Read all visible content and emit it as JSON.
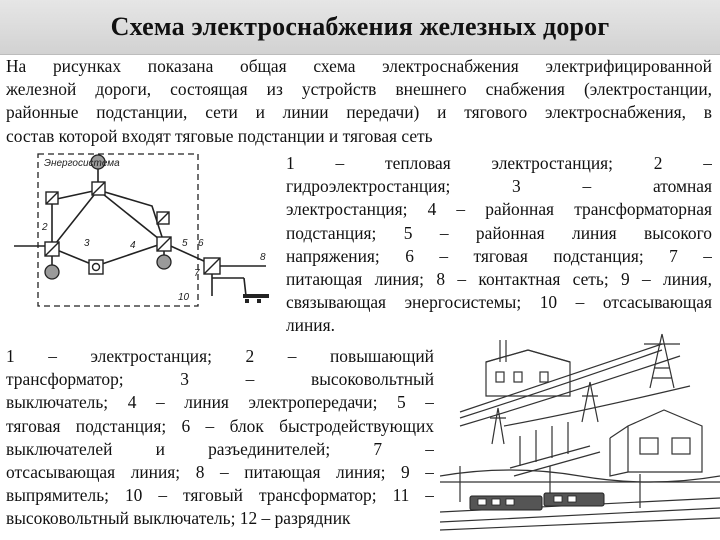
{
  "slide": {
    "title": "Схема электроснабжения железных дорог",
    "intro_lines": [
      "На рисунках показана общая схема электроснабжения электрифицированной",
      "железной дороги, состоящая из устройств внешнего снабжения (электростанции,",
      "районные подстанции, сети и линии передачи) и тягового электроснабжения, в",
      "состав которой входят тяговые подстанции и тяговая сеть"
    ],
    "legend1_lines": [
      "1 – тепловая электростанция; 2 –",
      "гидроэлектростанция; 3 – атомная",
      "электростанция; 4 – районная трансформаторная",
      "подстанция; 5 – районная линия высокого",
      "напряжения; 6 – тяговая подстанция; 7 –",
      "питающая линия; 8 – контактная сеть; 9 – линия,",
      "связывающая энергосистемы; 10 – отсасывающая",
      "линия."
    ],
    "legend2_lines": [
      "1 – электростанция; 2 – повышающий",
      "трансформатор; 3 – высоковольтный",
      "выключатель; 4 – линия электропередачи; 5 –",
      "тяговая подстанция; 6 – блок быстродействующих",
      "выключателей и разъединителей; 7 –",
      "отсасывающая линия; 8 – питающая линия; 9 –",
      "выпрямитель; 10 – тяговый трансформатор; 11 –",
      "высоковольтный выключатель; 12 – разрядник"
    ],
    "diagram": {
      "system_label": "Энергосистема",
      "labels": [
        "2",
        "3",
        "4",
        "5",
        "6",
        "7",
        "8",
        "10"
      ]
    }
  }
}
